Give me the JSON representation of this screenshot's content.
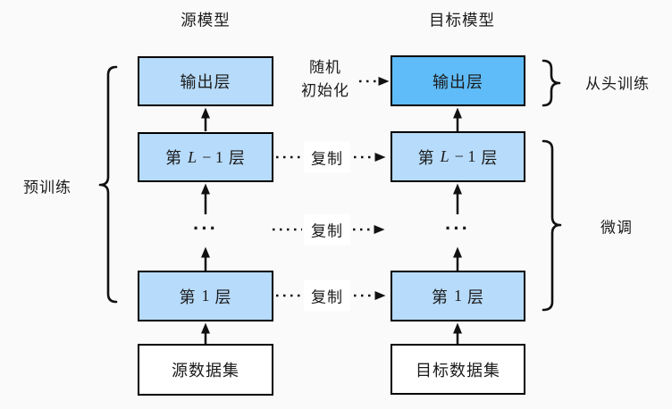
{
  "background": "#fafafa",
  "colors": {
    "light_blue": "#b7dbfa",
    "dark_blue": "#5fbcf8",
    "box_border": "#000000",
    "text": "#1b1b1b"
  },
  "titles": {
    "source": "源模型",
    "target": "目标模型"
  },
  "annotations": {
    "pretrain": "预训练",
    "train_from_scratch": "从头训练",
    "finetune": "微调",
    "random_init_line1": "随机",
    "random_init_line2": "初始化",
    "copy": "复制",
    "ellipsis": "···"
  },
  "source_model": {
    "output_layer": "输出层",
    "layer_top": {
      "pre": "第",
      "var": "L",
      "rest": "− 1",
      "suf": "层"
    },
    "layer_1": {
      "pre": "第",
      "num": "1",
      "suf": "层"
    },
    "dataset": "源数据集"
  },
  "target_model": {
    "output_layer": "输出层",
    "layer_top": {
      "pre": "第",
      "var": "L",
      "rest": "− 1",
      "suf": "层"
    },
    "layer_1": {
      "pre": "第",
      "num": "1",
      "suf": "层"
    },
    "dataset": "目标数据集"
  }
}
